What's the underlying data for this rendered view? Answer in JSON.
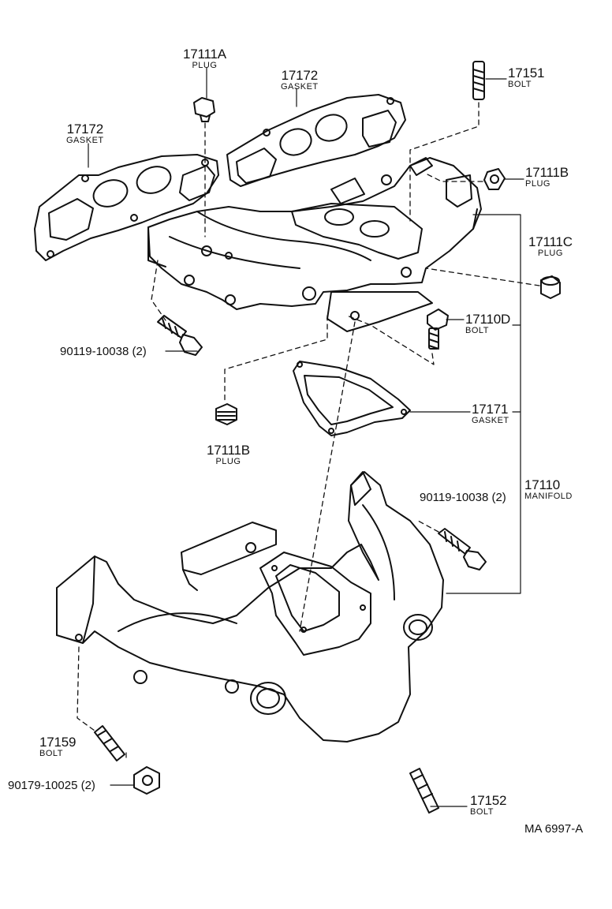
{
  "callouts": {
    "c17111a": {
      "number": "17111A",
      "name": "PLUG"
    },
    "c17172_top": {
      "number": "17172",
      "name": "GASKET"
    },
    "c17172_left": {
      "number": "17172",
      "name": "GASKET"
    },
    "c17151": {
      "number": "17151",
      "name": "BOLT"
    },
    "c17111b_top": {
      "number": "17111B",
      "name": "PLUG"
    },
    "c17111c": {
      "number": "17111C",
      "name": "PLUG"
    },
    "c17110d": {
      "number": "17110D",
      "name": "BOLT"
    },
    "c17171": {
      "number": "17171",
      "name": "GASKET"
    },
    "c17111b_mid": {
      "number": "17111B",
      "name": "PLUG"
    },
    "c17110": {
      "number": "17110",
      "name": "MANIFOLD"
    },
    "c17159": {
      "number": "17159",
      "name": "BOLT"
    },
    "c17152": {
      "number": "17152",
      "name": "BOLT"
    }
  },
  "inline_labels": {
    "bolt_90119_upper": "90119-10038 (2)",
    "bolt_90119_lower": "90119-10038 (2)",
    "nut_90179": "90179-10025 (2)"
  },
  "reference_code": "MA 6997-A",
  "colors": {
    "ink": "#111111",
    "paper": "#ffffff"
  }
}
